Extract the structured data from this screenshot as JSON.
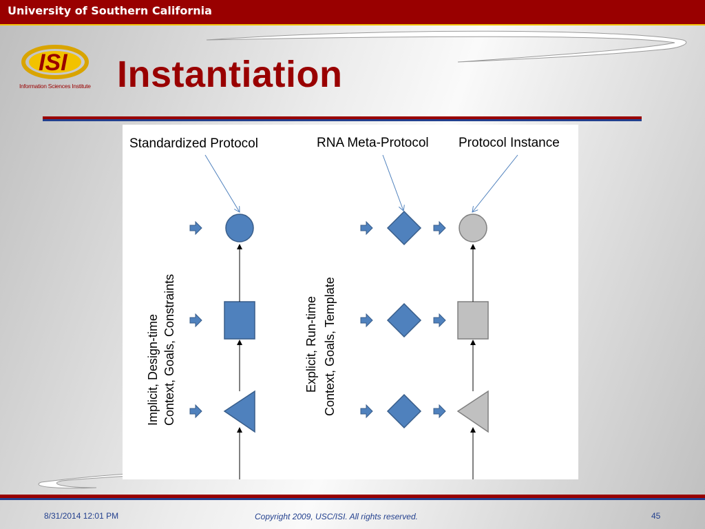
{
  "header": {
    "university": "University of Southern California"
  },
  "logo": {
    "mark": "ISI",
    "caption": "Information Sciences Institute"
  },
  "slide": {
    "title": "Instantiation"
  },
  "diagram": {
    "labels": {
      "standardized": "Standardized  Protocol",
      "rna": "RNA Meta-Protocol",
      "instance": "Protocol Instance"
    },
    "left_vertical": {
      "line1": "Implicit,  Design-time",
      "line2": "Context, Goals, Constraints"
    },
    "middle_vertical": {
      "line1": "Explicit,  Run-time",
      "line2": "Context, Goals, Template"
    },
    "colors": {
      "blue_fill": "#4f81bd",
      "blue_stroke": "#385d8a",
      "gray_fill": "#c0c0c0",
      "gray_stroke": "#7f7f7f"
    }
  },
  "footer": {
    "date": "8/31/2014 12:01 PM",
    "copyright": "Copyright 2009, USC/ISI.  All rights reserved.",
    "page": "45"
  }
}
